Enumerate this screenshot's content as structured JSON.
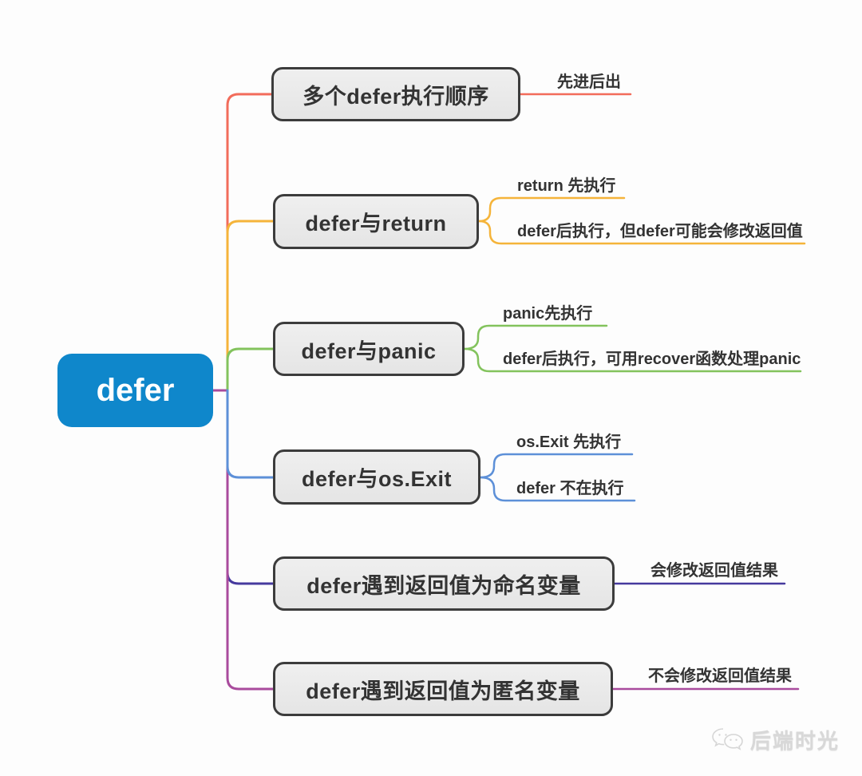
{
  "root": {
    "label": "defer",
    "fill": "#0f87cb",
    "text_color": "#ffffff"
  },
  "node_style": {
    "fill": "#e9e9e9",
    "border": "#3c3c3c",
    "text": "#333333"
  },
  "branches": [
    {
      "label": "多个defer执行顺序",
      "color": "#f26c5b",
      "leaves": [
        {
          "text": "先进后出"
        }
      ]
    },
    {
      "label": "defer与return",
      "color": "#f5b43a",
      "leaves": [
        {
          "text": "return 先执行"
        },
        {
          "text": "defer后执行，但defer可能会修改返回值"
        }
      ]
    },
    {
      "label": "defer与panic",
      "color": "#83c35d",
      "leaves": [
        {
          "text": "panic先执行"
        },
        {
          "text": "defer后执行，可用recover函数处理panic"
        }
      ]
    },
    {
      "label": "defer与os.Exit",
      "color": "#5d90d8",
      "leaves": [
        {
          "text": "os.Exit 先执行"
        },
        {
          "text": "defer 不在执行"
        }
      ]
    },
    {
      "label": "defer遇到返回值为命名变量",
      "color": "#463a9e",
      "leaves": [
        {
          "text": "会修改返回值结果"
        }
      ]
    },
    {
      "label": "defer遇到返回值为匿名变量",
      "color": "#a94b9d",
      "leaves": [
        {
          "text": "不会修改返回值结果"
        }
      ]
    }
  ],
  "watermark": {
    "text": "后端时光",
    "icon": "wechat-icon",
    "color": "#d8d8d8"
  }
}
